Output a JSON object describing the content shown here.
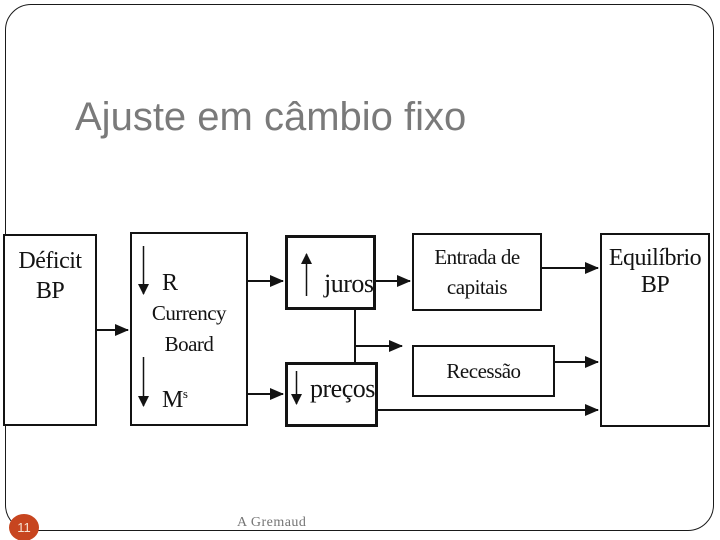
{
  "slide": {
    "title": "Ajuste em câmbio fixo",
    "page_number": "11",
    "footer_author": "A Gremaud"
  },
  "diagram": {
    "boxes": {
      "deficit": {
        "line1": "Déficit",
        "line2": "BP"
      },
      "currency_board": {
        "r_label": "R",
        "line1": "Currency",
        "line2": "Board",
        "m_label": "M",
        "m_sup": "s"
      },
      "juros": {
        "label": "juros"
      },
      "precos": {
        "label": "preços"
      },
      "entrada": {
        "line1": "Entrada de",
        "line2": "capitais"
      },
      "recessao": {
        "label": "Recessão"
      },
      "equilibrio": {
        "line1": "Equilíbrio",
        "line2": "BP"
      }
    },
    "arrow_icons": [
      "down-arrow",
      "up-arrow",
      "right-arrow"
    ]
  },
  "colors": {
    "title_text": "#7a7a7a",
    "badge_fill": "#c7451f",
    "badge_text": "#f6e3d3",
    "diagram_line": "#131313",
    "frame_border": "#1a1a1a"
  }
}
